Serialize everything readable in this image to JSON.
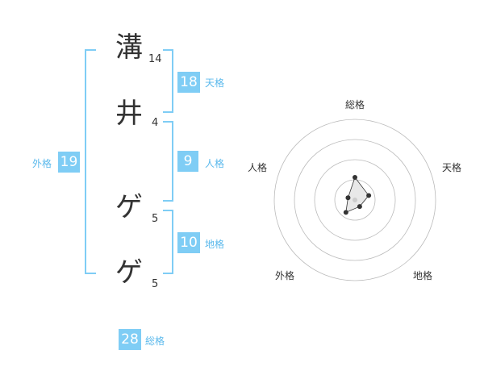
{
  "name_chars": [
    {
      "char": "溝",
      "strokes": "14"
    },
    {
      "char": "井",
      "strokes": "4"
    },
    {
      "char": "ゲ",
      "strokes": "5"
    },
    {
      "char": "ゲ",
      "strokes": "5"
    }
  ],
  "fortunes": {
    "tenkaku": {
      "value": "18",
      "label": "天格"
    },
    "jinkaku": {
      "value": "9",
      "label": "人格"
    },
    "chikaku": {
      "value": "10",
      "label": "地格"
    },
    "gaikaku": {
      "value": "19",
      "label": "外格"
    },
    "soukaku": {
      "value": "28",
      "label": "総格"
    }
  },
  "colors": {
    "accent": "#7fcdf5",
    "label": "#5bb9ec",
    "text": "#333333"
  },
  "chart_data": {
    "type": "radar",
    "axes": [
      "総格",
      "天格",
      "地格",
      "外格",
      "人格"
    ],
    "values": [
      28,
      18,
      10,
      19,
      9
    ],
    "rmax": 100,
    "rings": 4
  }
}
